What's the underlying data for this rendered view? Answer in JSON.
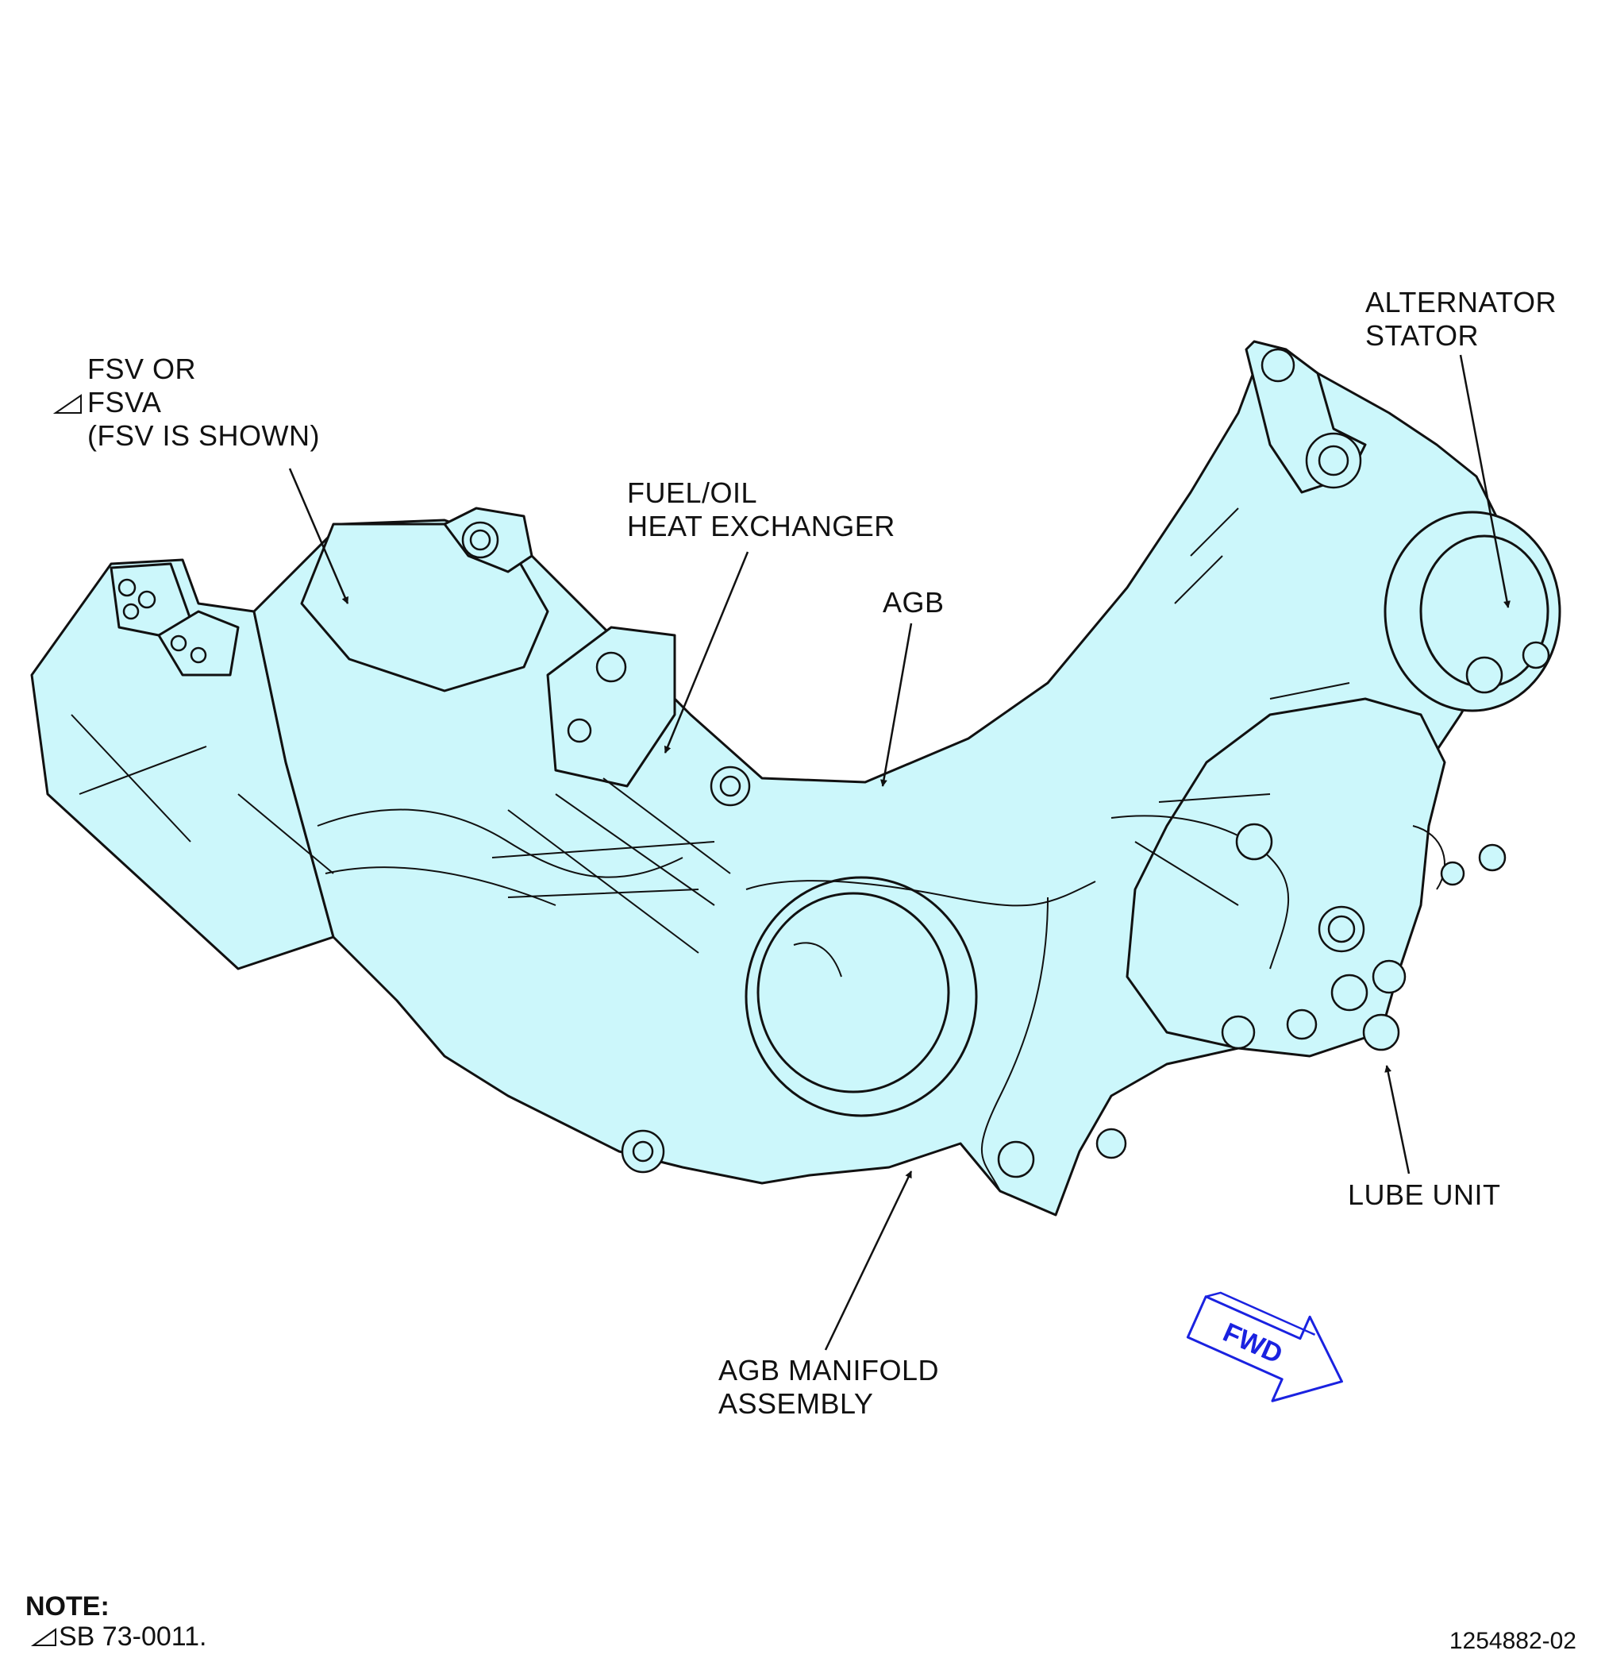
{
  "labels": {
    "fsv": [
      "FSV OR",
      "FSVA",
      "(FSV IS SHOWN)"
    ],
    "fuel_oil": [
      "FUEL/OIL",
      "HEAT EXCHANGER"
    ],
    "agb": [
      "AGB"
    ],
    "alternator": [
      "ALTERNATOR",
      "STATOR"
    ],
    "lube": [
      "LUBE UNIT"
    ],
    "manifold": [
      "AGB MANIFOLD",
      "ASSEMBLY"
    ]
  },
  "fwd_label": "FWD",
  "note": {
    "title": "NOTE:",
    "text": "SB 73-0011."
  },
  "figure_id": "1254882-02",
  "colors": {
    "fill": "#ccf7fb",
    "line": "#111111",
    "fwd": "#1a22e0"
  },
  "icons": {
    "effectivity_mark": "effectivity-triangle-icon"
  }
}
